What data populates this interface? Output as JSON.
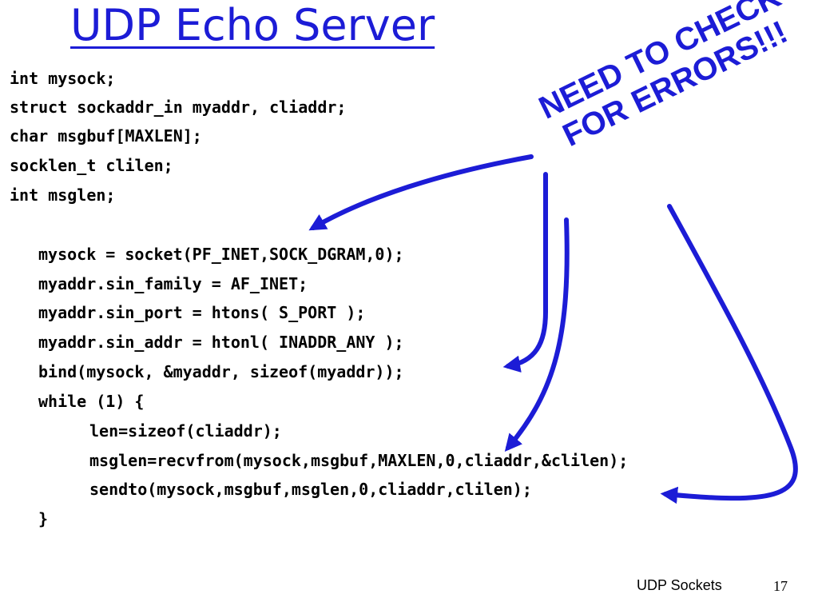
{
  "slide": {
    "title": "UDP Echo Server",
    "callout": {
      "line1": "NEED TO CHECK",
      "line2": "FOR ERRORS!!!"
    },
    "footer": {
      "label": "UDP Sockets",
      "page_number": "17"
    }
  },
  "code": {
    "lines": [
      "int mysock;",
      "struct sockaddr_in myaddr, cliaddr;",
      "char msgbuf[MAXLEN];",
      "socklen_t clilen;",
      "int msglen;",
      "mysock = socket(PF_INET,SOCK_DGRAM,0);",
      "myaddr.sin_family = AF_INET;",
      "myaddr.sin_port = htons( S_PORT );",
      "myaddr.sin_addr = htonl( INADDR_ANY );",
      "bind(mysock, &myaddr, sizeof(myaddr));",
      "while (1) {",
      "len=sizeof(cliaddr);",
      "msglen=recvfrom(mysock,msgbuf,MAXLEN,0,cliaddr,&clilen);",
      "sendto(mysock,msgbuf,msglen,0,cliaddr,clilen);",
      "}"
    ]
  },
  "colors": {
    "accent": "#1c1cd6",
    "text": "#000000",
    "background": "#ffffff"
  }
}
